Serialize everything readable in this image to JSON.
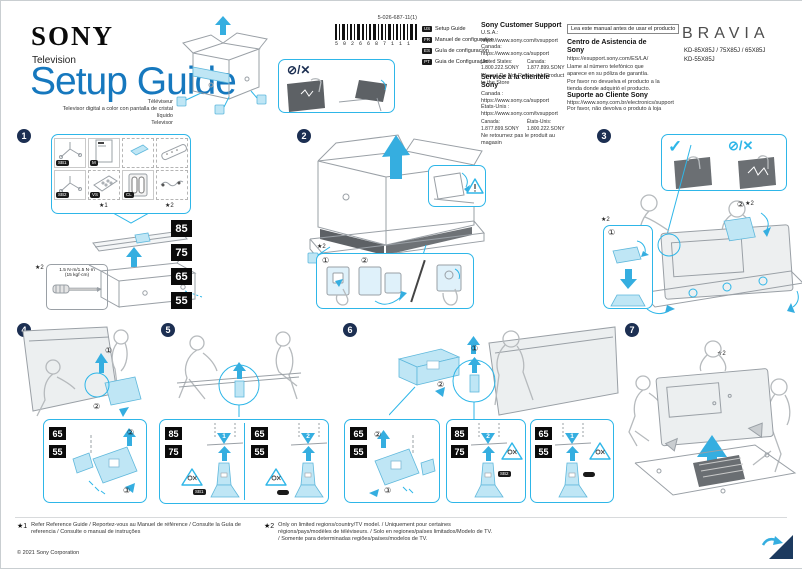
{
  "colors": {
    "accent": "#2eb6e8",
    "title_blue": "#1678be",
    "badge_navy": "#1c2f52",
    "size_badge_black": "#0a0a0a",
    "illustration_fill_blue": "#bfe6f5"
  },
  "header": {
    "brand": "SONY",
    "product_type": "Television",
    "title": "Setup Guide",
    "subtitle_lines": [
      "Téléviseur",
      "Televisor digital a color con pantalla de cristal líquido",
      "Televisor"
    ],
    "part_number": "5-026-687-11(1)",
    "barcode_digits": "5026687111",
    "languages": [
      {
        "code": "US",
        "label": "Setup Guide"
      },
      {
        "code": "FR",
        "label": "Manuel de configuration"
      },
      {
        "code": "ES",
        "label": "Guía de configuración"
      },
      {
        "code": "PT",
        "label": "Guia de Configuração"
      }
    ],
    "support_en": {
      "title": "Sony Customer Support",
      "line1": "U.S.A.:",
      "line2": "https://www.sony.com/tvsupport",
      "line3": "Canada:",
      "line4": "https://www.sony.ca/support",
      "phone_a_label": "United States:",
      "phone_a": "1.800.222.SONY",
      "phone_b_label": "Canada:",
      "phone_b": "1.877.899.SONY",
      "note": "Please Do Not Return the Product to the Store"
    },
    "support_fr": {
      "title": "Service à la clientèle Sony",
      "line1": "Canada :",
      "line2": "https://www.sony.ca/support",
      "line3": "États-Unis :",
      "line4": "https://www.sony.com/tvsupport",
      "phone_a_label": "Canada:",
      "phone_a": "1.877.899.SONY",
      "phone_b_label": "États-Unis:",
      "phone_b": "1.800.222.SONY",
      "note": "Ne retournez pas le produit au magasin"
    },
    "read_first": "Lea este manual antes de usar el producto",
    "support_es": {
      "title": "Centro de Asistencia de Sony",
      "line1": "https://esupport.sony.com/ES/LA/",
      "line2": "Llame al número telefónico que aparece en su póliza de garantía.",
      "line3": "Por favor no devuelva el producto a la tienda donde adquirió el producto."
    },
    "support_pt": {
      "title": "Suporte ao Cliente Sony",
      "line1": "https://www.sony.com.br/electronics/support",
      "line2": "Por favor, não devolva o produto à loja"
    },
    "brand2": "BRAVIA",
    "models_line1": "KD-85X85J / 75X85J / 65X85J",
    "models_line2": "KD-55X85J"
  },
  "marks": {
    "ok": "✓",
    "no": "⊘",
    "slash": "/",
    "cross": "✕"
  },
  "steps": {
    "s1": {
      "num": "1",
      "tags": {
        "stand1": "SB1",
        "manual": "M",
        "stand2": "SB2",
        "template": "VS",
        "battery": "CL"
      },
      "star1": "★1",
      "star2": "★2",
      "sizes": [
        "85",
        "75",
        "65",
        "55"
      ],
      "torque_star": "★2",
      "torque_line1": "1.5 N·m/1.5 N·m",
      "torque_line2": "(15 kgf·cm)"
    },
    "s2": {
      "num": "2",
      "star2": "★2",
      "sub1": "①",
      "sub2": "②"
    },
    "s3": {
      "num": "3",
      "star2_left": "★2",
      "sub1": "①",
      "sub2": "②",
      "sub2_star": "★2"
    },
    "s4": {
      "num": "4",
      "sub1": "①",
      "sub2": "②",
      "inset_sizes": [
        "65",
        "55"
      ],
      "inset_sub2": "②",
      "inset_sub3": "③"
    },
    "s5": {
      "num": "5",
      "left_sizes": [
        "85",
        "75"
      ],
      "right_sizes": [
        "65",
        "55"
      ],
      "left_marker": "1",
      "right_marker": "2",
      "left_tag": "SB1"
    },
    "s6": {
      "num": "6",
      "sub1": "①",
      "sub2": "②",
      "foam_sizes": [
        "65",
        "55"
      ],
      "foam_sub2": "②",
      "foam_sub3": "③",
      "mid_sizes": [
        "85",
        "75"
      ],
      "right_sizes": [
        "65",
        "55"
      ],
      "mid_marker": "2",
      "right_marker": "1",
      "mid_tag": "SB2"
    },
    "s7": {
      "num": "7",
      "star2": "★2"
    }
  },
  "footnotes": {
    "star1_mark": "★1",
    "star1_text": "Refer Reference Guide / Reportez-vous au Manuel de référence / Consulte la Guía de referencia / Consulte o manual de instruções",
    "star2_mark": "★2",
    "star2_text": "Only on limited regions/country/TV model. / Uniquement pour certaines régions/pays/modèles de téléviseurs. / Solo en regiones/países limitados/Modelo de TV. / Somente para determinadas regiões/países/modelos de TV.",
    "copyright": "© 2021 Sony Corporation"
  }
}
